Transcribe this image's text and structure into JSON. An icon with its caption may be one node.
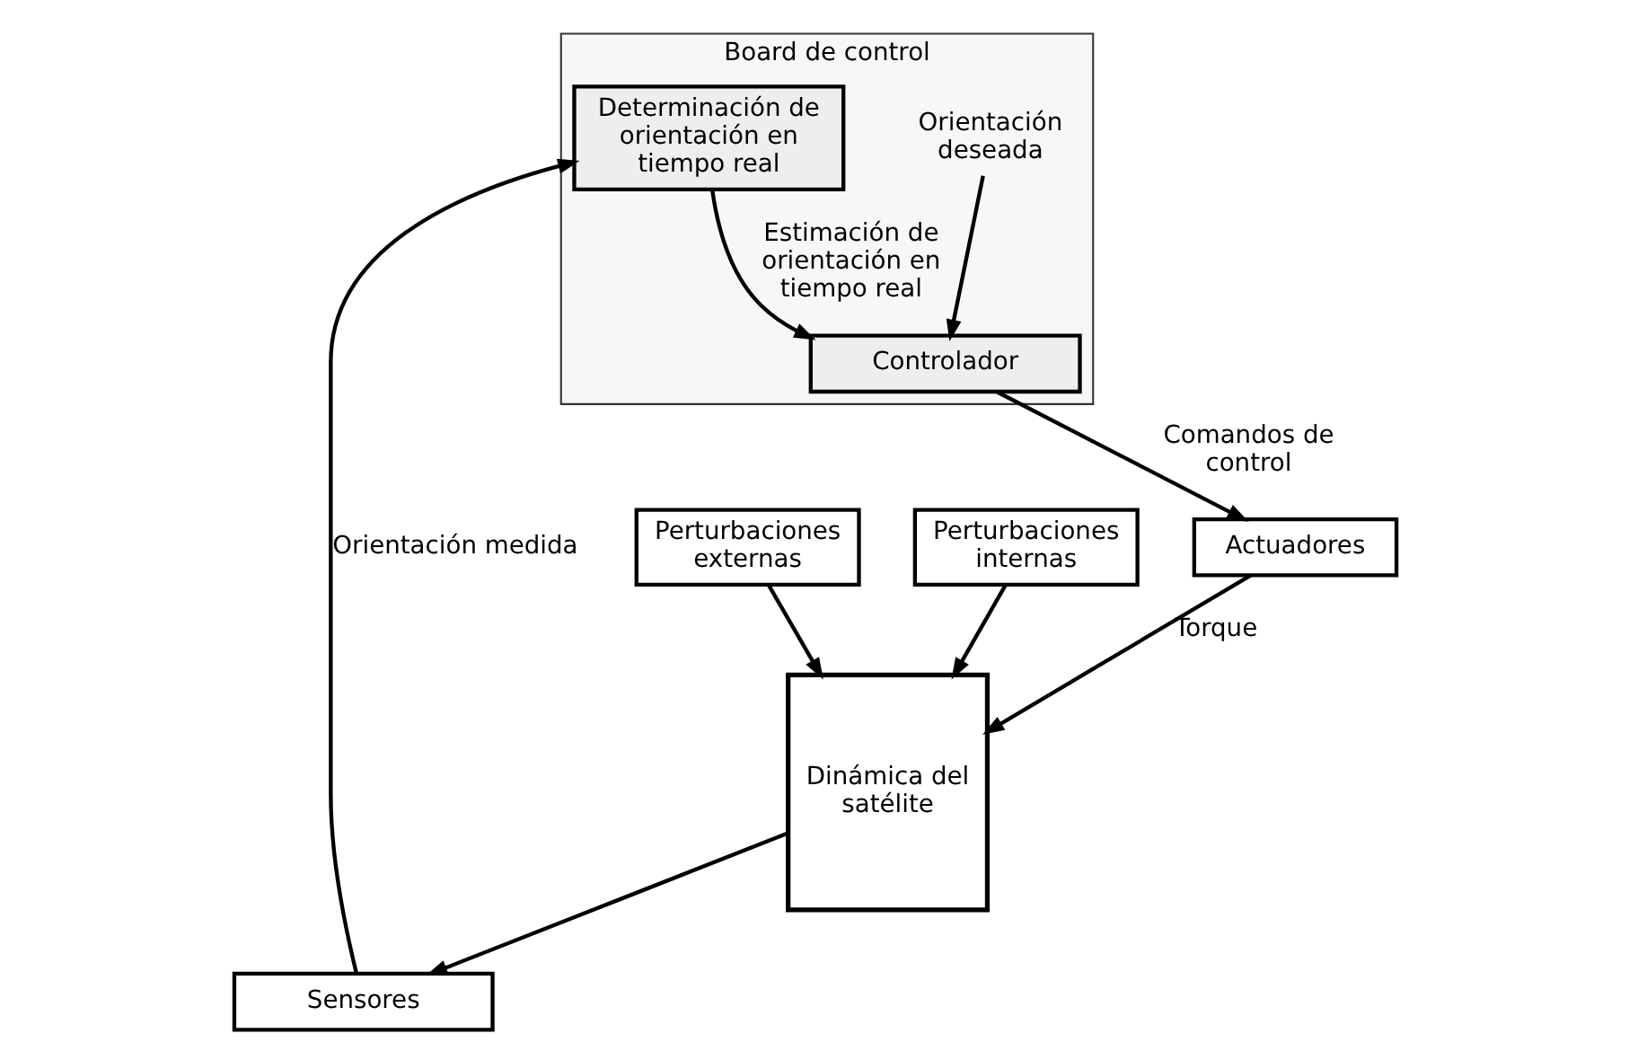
{
  "diagram": {
    "nodes": [
      {
        "text": [
          "Board de control"
        ]
      },
      {
        "text": [
          "Orientación deseada"
        ],
        "in": 0
      },
      {
        "text": [
          "Controlador"
        ],
        "in": 0
      },
      {
        "text": [
          "Determinación de orientación en tiempo real"
        ],
        "in": 0
      },
      {
        "text": [
          "Actuadores"
        ]
      },
      {
        "text": [
          "Dinámica del satélite"
        ]
      },
      {
        "text": [
          "Perturbaciones externas"
        ]
      },
      {
        "text": [
          "Perturbaciones internas"
        ]
      },
      {
        "text": [
          "Sensores"
        ]
      }
    ],
    "edges": [
      {
        "from": 1,
        "to": 2,
        "arrow": "to"
      },
      {
        "from": 3,
        "to": 2,
        "arrow": "to",
        "label": "Estimación de orientación en tiempo real"
      },
      {
        "from": 2,
        "to": 4,
        "arrow": "to",
        "label": "Comandos de control"
      },
      {
        "from": 4,
        "to": 5,
        "arrow": "to",
        "label": "Torque"
      },
      {
        "from": 6,
        "to": 5,
        "arrow": "to"
      },
      {
        "from": 7,
        "to": 5,
        "arrow": "to"
      },
      {
        "from": 5,
        "to": 8,
        "arrow": "to"
      },
      {
        "from": 8,
        "to": 3,
        "arrow": "to",
        "label": "Orientación medida"
      }
    ]
  }
}
